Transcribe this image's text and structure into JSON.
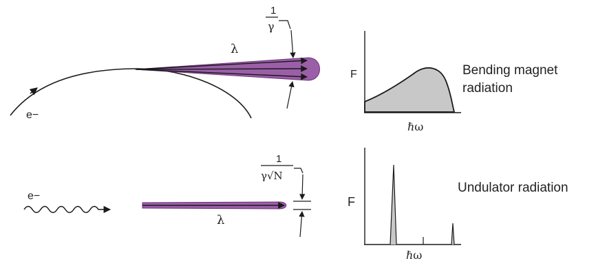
{
  "top": {
    "electron_label": "e−",
    "wavelength_label": "λ",
    "divergence_numerator": "1",
    "divergence_denominator": "γ",
    "plot_ylabel": "F",
    "plot_xlabel": "ℏω",
    "caption_line1": "Bending magnet",
    "caption_line2": "radiation"
  },
  "bottom": {
    "electron_label": "e−",
    "wavelength_label": "λ",
    "divergence_numerator": "1",
    "divergence_denominator": "γ√N",
    "plot_ylabel": "F",
    "plot_xlabel": "ℏω",
    "caption": "Undulator radiation"
  },
  "colors": {
    "beam_fill": "#9b5fa8",
    "beam_edge": "#6b2f7a",
    "spectrum_fill": "#c8c8c8",
    "line": "#1a1a1a"
  }
}
